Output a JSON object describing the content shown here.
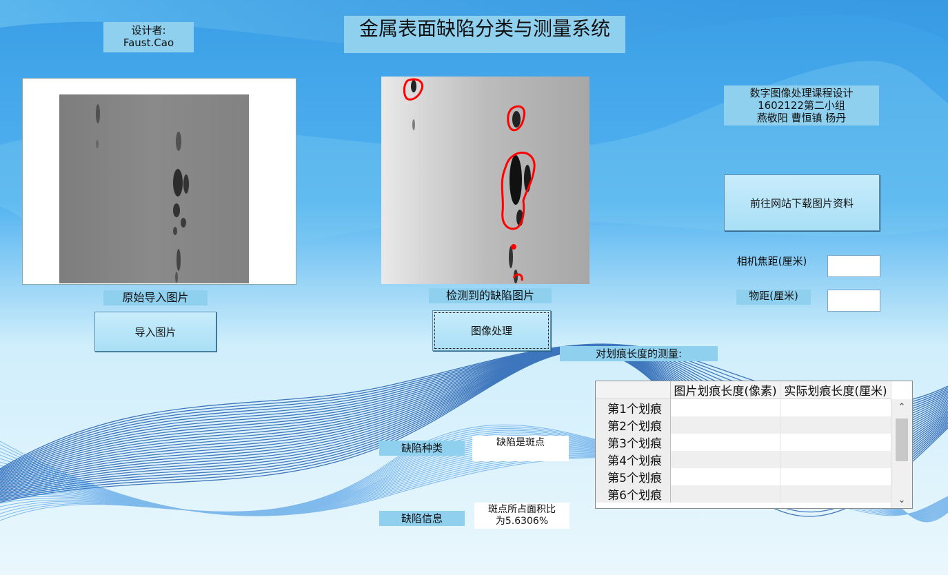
{
  "window": {
    "title": "金属表面缺陷分类与测量系统",
    "designer": "设计者:",
    "designer_name": "Faust.Cao"
  },
  "credits": {
    "line1": "数字图像处理课程设计",
    "line2": "1602122第二小组",
    "line3": "燕敬阳 曹恒镇 杨丹"
  },
  "panels": {
    "original_label": "原始导入图片",
    "detected_label": "检测到的缺陷图片"
  },
  "buttons": {
    "import": "导入图片",
    "process": "图像处理",
    "download": "前往网站下载图片资料"
  },
  "inputs": {
    "focal_label": "相机焦距(厘米)",
    "focal_value": "",
    "distance_label": "物距(厘米)",
    "distance_value": ""
  },
  "measure": {
    "title": "对划痕长度的测量:",
    "columns": [
      "图片划痕长度(像素)",
      "实际划痕长度(厘米)"
    ],
    "rows": [
      {
        "name": "第1个划痕",
        "px": "",
        "cm": ""
      },
      {
        "name": "第2个划痕",
        "px": "",
        "cm": ""
      },
      {
        "name": "第3个划痕",
        "px": "",
        "cm": ""
      },
      {
        "name": "第4个划痕",
        "px": "",
        "cm": ""
      },
      {
        "name": "第5个划痕",
        "px": "",
        "cm": ""
      },
      {
        "name": "第6个划痕",
        "px": "",
        "cm": ""
      }
    ]
  },
  "defect": {
    "type_label": "缺陷种类",
    "type_value": "缺陷是斑点",
    "info_label": "缺陷信息",
    "info_line1": "斑点所占面积比",
    "info_line2": "为5.6306%"
  },
  "colors": {
    "accent": "#2a8fdc",
    "label_bg": "#8fd0ee",
    "detect_outline": "#ff0000"
  }
}
